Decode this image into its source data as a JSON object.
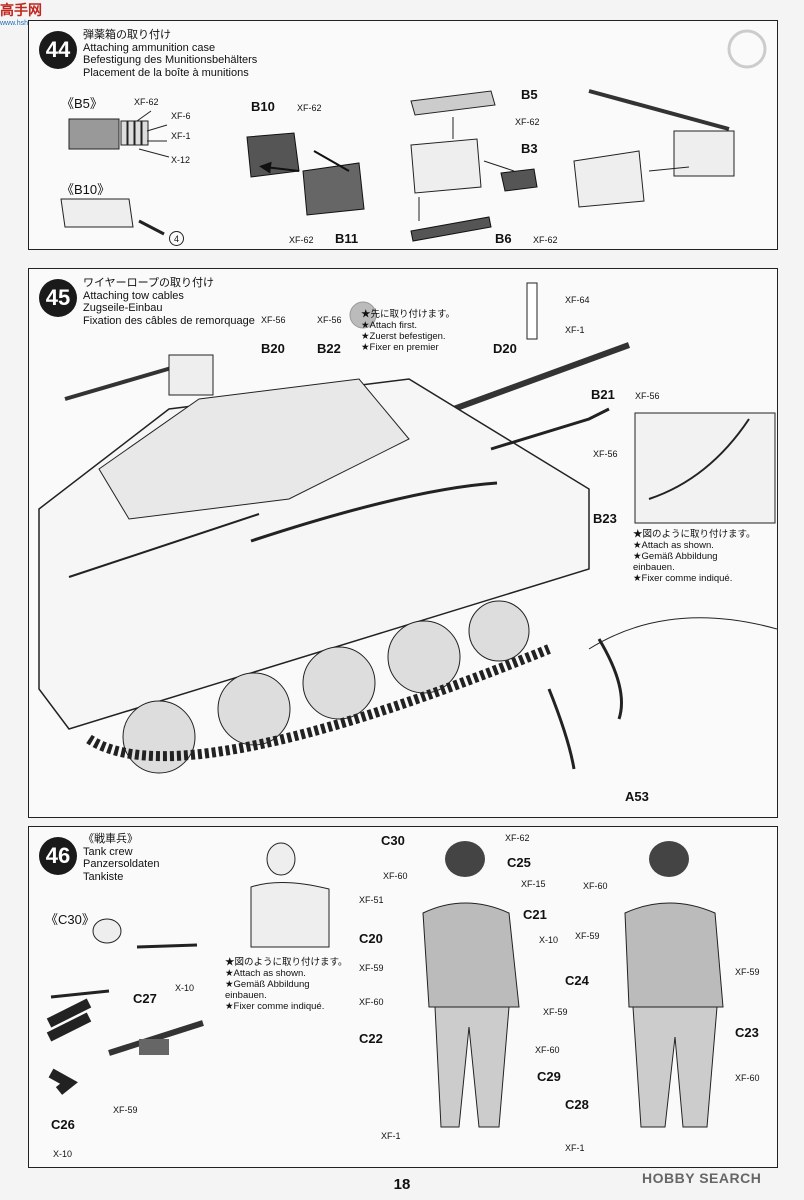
{
  "header": {
    "logo_text": "高手网",
    "logo_url": "www.hshow.com"
  },
  "step44": {
    "number": "44",
    "title_jp": "弾薬箱の取り付け",
    "title_en": "Attaching ammunition case",
    "title_de": "Befestigung des Munitionsbehälters",
    "title_fr": "Placement de la boîte à munitions",
    "sub_b5": "《B5》",
    "sub_b10": "《B10》",
    "callouts": [
      "XF-62",
      "XF-6",
      "XF-1",
      "X-12"
    ],
    "circle_ref": "4",
    "parts": [
      "B10",
      "B11",
      "B5",
      "B3",
      "B6"
    ],
    "part_paints": [
      "XF-62",
      "XF-62",
      "XF-62",
      "XF-62"
    ]
  },
  "step45": {
    "number": "45",
    "title_jp": "ワイヤーロープの取り付け",
    "title_en": "Attaching tow cables",
    "title_de": "Zugseile-Einbau",
    "title_fr": "Fixation des câbles de remorquage",
    "first_note": [
      "★先に取り付けます。",
      "★Attach first.",
      "★Zuerst befestigen.",
      "★Fixer en premier"
    ],
    "parts": [
      "B20",
      "B22",
      "D20",
      "B21",
      "B23",
      "A53"
    ],
    "paints": [
      "XF-56",
      "XF-56",
      "XF-64",
      "XF-1",
      "XF-56",
      "XF-56"
    ],
    "shown_note": [
      "★図のように取り付けます。",
      "★Attach as shown.",
      "★Gemäß Abbildung",
      "einbauen.",
      "★Fixer comme indiqué."
    ]
  },
  "step46": {
    "number": "46",
    "title_jp": "《戦車兵》",
    "title_en": "Tank crew",
    "title_de": "Panzersoldaten",
    "title_fr": "Tankiste",
    "sub_c30": "《C30》",
    "shown_note": [
      "★図のように取り付けます。",
      "★Attach as shown.",
      "★Gemäß Abbildung",
      "einbauen.",
      "★Fixer comme indiqué."
    ],
    "parts": [
      "C27",
      "C26",
      "C30",
      "C25",
      "C21",
      "C20",
      "C22",
      "C29",
      "C24",
      "C23",
      "C28"
    ],
    "paints": [
      "X-10",
      "XF-59",
      "X-10",
      "XF-62",
      "XF-60",
      "XF-15",
      "XF-51",
      "X-10",
      "XF-59",
      "XF-59",
      "XF-60",
      "XF-60",
      "XF-1",
      "XF-60",
      "XF-59",
      "XF-59",
      "XF-60",
      "XF-1"
    ]
  },
  "footer": {
    "page": "18",
    "watermark": "HOBBY SEARCH"
  }
}
